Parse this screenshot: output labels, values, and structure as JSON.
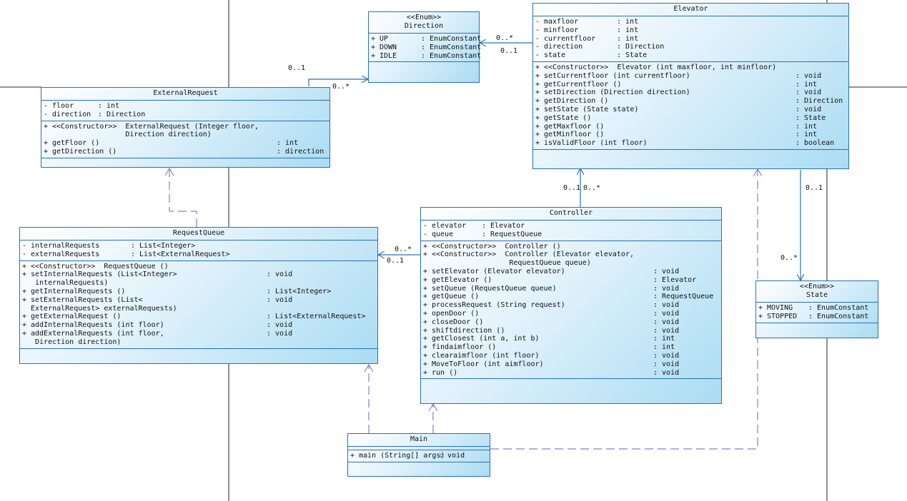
{
  "classes": {
    "direction": {
      "stereotype": "<<Enum>>",
      "name": "Direction",
      "attributes": [
        {
          "vis": "+",
          "name": "UP",
          "type": ": EnumConstant"
        },
        {
          "vis": "+",
          "name": "DOWN",
          "type": ": EnumConstant"
        },
        {
          "vis": "+",
          "name": "IDLE",
          "type": ": EnumConstant"
        }
      ]
    },
    "elevator": {
      "name": "Elevator",
      "attributes": [
        {
          "vis": "-",
          "name": "maxfloor",
          "type": ": int"
        },
        {
          "vis": "-",
          "name": "minfloor",
          "type": ": int"
        },
        {
          "vis": "-",
          "name": "currentfloor",
          "type": ": int"
        },
        {
          "vis": "-",
          "name": "direction",
          "type": ": Direction"
        },
        {
          "vis": "-",
          "name": "state",
          "type": ": State"
        }
      ],
      "operations": [
        {
          "vis": "+",
          "name": "<<Constructor>>  Elevator (int maxfloor, int minfloor)",
          "type": ""
        },
        {
          "vis": "+",
          "name": "setCurrentfloor (int currentfloor)",
          "type": ": void"
        },
        {
          "vis": "+",
          "name": "getCurrentfloor ()",
          "type": ": int"
        },
        {
          "vis": "+",
          "name": "setDirection (Direction direction)",
          "type": ": void"
        },
        {
          "vis": "+",
          "name": "getDirection ()",
          "type": ": Direction"
        },
        {
          "vis": "+",
          "name": "setState (State state)",
          "type": ": void"
        },
        {
          "vis": "+",
          "name": "getState ()",
          "type": ": State"
        },
        {
          "vis": "+",
          "name": "getMaxfloor ()",
          "type": ": int"
        },
        {
          "vis": "+",
          "name": "getMinfloor ()",
          "type": ": int"
        },
        {
          "vis": "+",
          "name": "isValidFloor (int floor)",
          "type": ": boolean"
        }
      ]
    },
    "external_request": {
      "name": "ExternalRequest",
      "attributes": [
        {
          "vis": "-",
          "name": "floor",
          "type": ": int"
        },
        {
          "vis": "-",
          "name": "direction",
          "type": ": Direction"
        }
      ],
      "operations": [
        {
          "vis": "+",
          "name": "<<Constructor>>  ExternalRequest (Integer floor,\n                 Direction direction)",
          "type": ""
        },
        {
          "vis": "+",
          "name": "getFloor ()",
          "type": ": int"
        },
        {
          "vis": "+",
          "name": "getDirection ()",
          "type": ": direction"
        }
      ]
    },
    "request_queue": {
      "name": "RequestQueue",
      "attributes": [
        {
          "vis": "-",
          "name": "internalRequests",
          "type": ": List<Integer>"
        },
        {
          "vis": "-",
          "name": "externalRequests",
          "type": ": List<ExternalRequest>"
        }
      ],
      "operations": [
        {
          "vis": "+",
          "name": "<<Constructor>>  RequestQueue ()",
          "type": ""
        },
        {
          "vis": "+",
          "name": "setInternalRequests (List<Integer>\n internalRequests)",
          "type": ": void"
        },
        {
          "vis": "+",
          "name": "getInternalRequests ()",
          "type": ": List<Integer>"
        },
        {
          "vis": "+",
          "name": "setExternalRequests (List<\nExternalRequest> externalRequests)",
          "type": ": void"
        },
        {
          "vis": "+",
          "name": "getExternalRequest ()",
          "type": ": List<ExternalRequest>"
        },
        {
          "vis": "+",
          "name": "addInternalRequests (int floor)",
          "type": ": void"
        },
        {
          "vis": "+",
          "name": "addExternalRequests (int floor,\n Direction direction)",
          "type": ": void"
        }
      ]
    },
    "controller": {
      "name": "Controller",
      "attributes": [
        {
          "vis": "-",
          "name": "elevator",
          "type": ": Elevator"
        },
        {
          "vis": "-",
          "name": "queue",
          "type": ": RequestQueue"
        }
      ],
      "operations": [
        {
          "vis": "+",
          "name": "<<Constructor>>  Controller ()",
          "type": ""
        },
        {
          "vis": "+",
          "name": "<<Constructor>>  Controller (Elevator elevator,\n                  RequestQueue queue)",
          "type": ""
        },
        {
          "vis": "+",
          "name": "setElevator (Elevator elevator)",
          "type": ": void"
        },
        {
          "vis": "+",
          "name": "getElevator ()",
          "type": ": Elevator"
        },
        {
          "vis": "+",
          "name": "setQueue (RequestQueue queue)",
          "type": ": void"
        },
        {
          "vis": "+",
          "name": "getQueue ()",
          "type": ": RequestQueue"
        },
        {
          "vis": "+",
          "name": "processRequest (String request)",
          "type": ": void"
        },
        {
          "vis": "+",
          "name": "openDoor ()",
          "type": ": void"
        },
        {
          "vis": "+",
          "name": "closeDoor ()",
          "type": ": void"
        },
        {
          "vis": "+",
          "name": "shiftdirection ()",
          "type": ": void"
        },
        {
          "vis": "+",
          "name": "getClosest (int a, int b)",
          "type": ": int"
        },
        {
          "vis": "+",
          "name": "findaimfloor ()",
          "type": ": int"
        },
        {
          "vis": "+",
          "name": "clearaimfloor (int floor)",
          "type": ": void"
        },
        {
          "vis": "+",
          "name": "MoveToFloor (int aimfloor)",
          "type": ": void"
        },
        {
          "vis": "+",
          "name": "run ()",
          "type": ": void"
        }
      ]
    },
    "state": {
      "stereotype": "<<Enum>>",
      "name": "State",
      "attributes": [
        {
          "vis": "+",
          "name": "MOVING",
          "type": ": EnumConstant"
        },
        {
          "vis": "+",
          "name": "STOPPED",
          "type": ": EnumConstant"
        }
      ]
    },
    "main": {
      "name": "Main",
      "attributes": [],
      "operations": [
        {
          "vis": "+",
          "name": "main (String[] args)",
          "type": ": void"
        }
      ]
    }
  },
  "multiplicities": {
    "elevator_direction_a": "0..*",
    "elevator_direction_b": "0..1",
    "external_direction_a": "0..1",
    "external_direction_b": "0..*",
    "controller_elevator_a": "0..1",
    "controller_elevator_b": "0..*",
    "elevator_state_a": "0..1",
    "elevator_state_b": "0..*",
    "controller_queue_a": "0..*",
    "controller_queue_b": "0..1"
  },
  "colors": {
    "border": "#2b6fb8",
    "fill_light": "#ffffff",
    "fill_dark": "#aadcf3",
    "dashed": "#8080d0",
    "line": "#2b6fb8"
  }
}
